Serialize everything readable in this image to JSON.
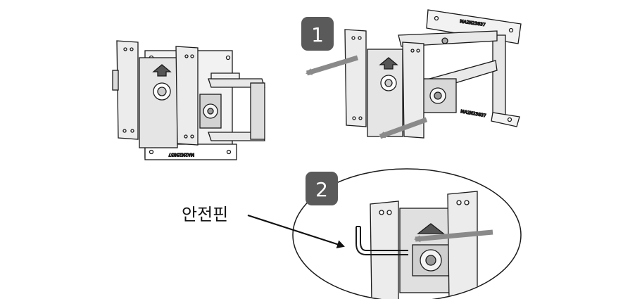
{
  "steps": [
    {
      "number": "1"
    },
    {
      "number": "2"
    }
  ],
  "callout": {
    "label": "안전핀"
  },
  "serial": "MA2N23837",
  "colors": {
    "badge": "#5a5a5a",
    "arrow_gray": "#8a8a8a",
    "line": "#1a1a1a",
    "plate": "#e7e7e7"
  }
}
